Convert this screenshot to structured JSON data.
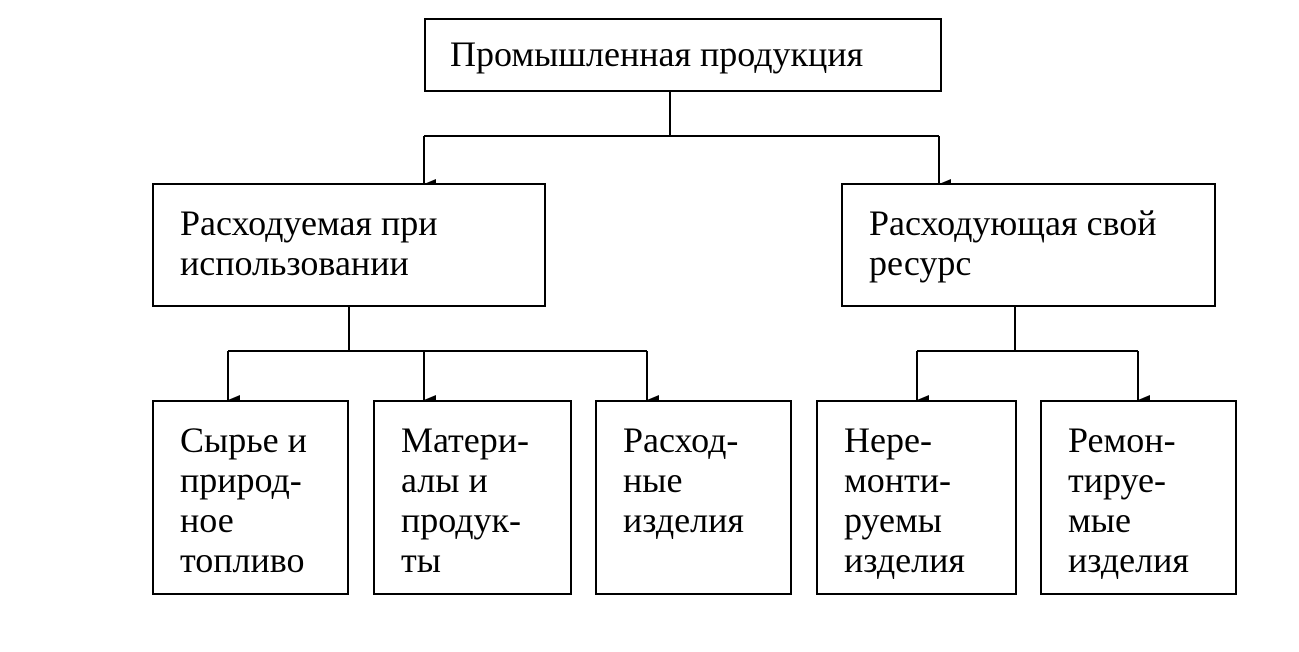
{
  "diagram": {
    "root": {
      "label": "Промышленная продукция"
    },
    "branches": [
      {
        "label": "Расходуемая при\nиспользовании",
        "children": [
          {
            "label": "Сырье и\nприрод-\nное\nтопливо"
          },
          {
            "label": "Матери-\nалы и\nпродук-\nты"
          },
          {
            "label": "Расход-\nные\nизделия"
          }
        ]
      },
      {
        "label": "Расходующая свой\nресурс",
        "children": [
          {
            "label": "Нере-\nмонти-\nруемы\nизделия"
          },
          {
            "label": "Ремон-\nтируе-\nмые\nизделия"
          }
        ]
      }
    ],
    "colors": {
      "line": "#000000",
      "box_border": "#000000",
      "background": "#ffffff"
    }
  }
}
